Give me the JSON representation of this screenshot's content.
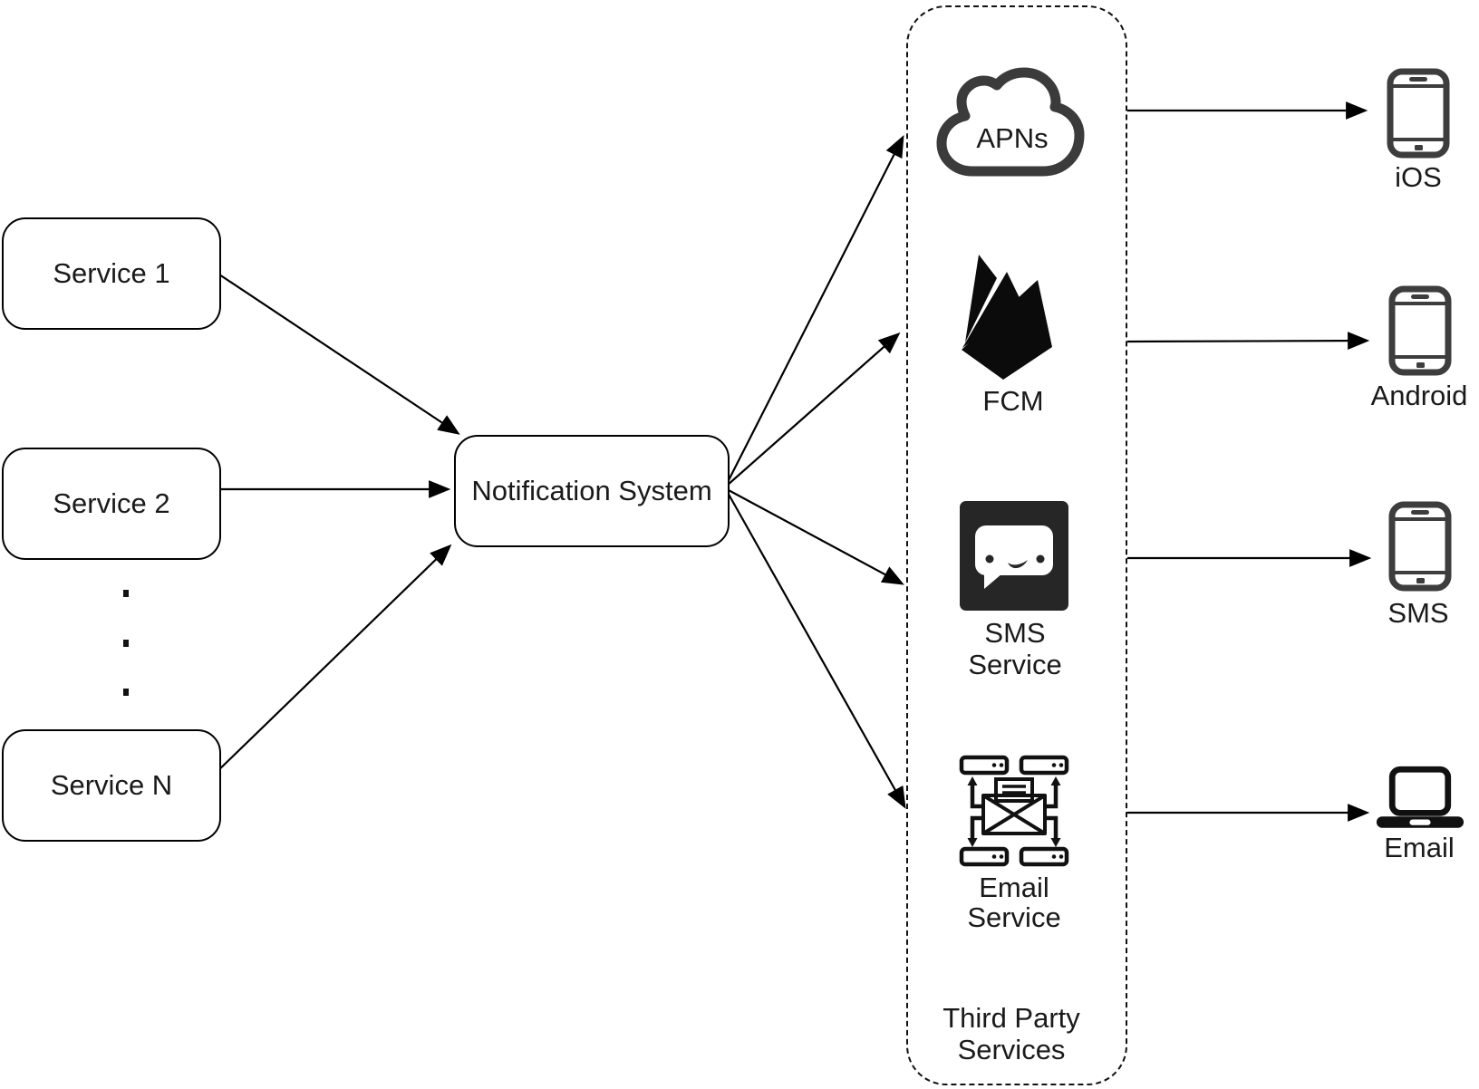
{
  "sources": {
    "items": [
      {
        "label": "Service 1"
      },
      {
        "label": "Service 2"
      },
      {
        "label": "Service N"
      }
    ],
    "ellipsis_dots": [
      ".",
      ".",
      "."
    ]
  },
  "hub": {
    "label": "Notification System"
  },
  "third_party": {
    "title_line1": "Third Party",
    "title_line2": "Services",
    "apns": {
      "label": "APNs",
      "icon": "cloud-icon"
    },
    "fcm": {
      "label": "FCM",
      "icon": "firebase-flame-icon"
    },
    "sms": {
      "label_line1": "SMS",
      "label_line2": "Service",
      "icon": "chat-bubble-icon"
    },
    "email": {
      "label_line1": "Email",
      "label_line2": "Service",
      "icon": "email-servers-icon"
    }
  },
  "targets": {
    "ios": {
      "label": "iOS",
      "icon": "smartphone-icon"
    },
    "android": {
      "label": "Android",
      "icon": "smartphone-icon"
    },
    "sms": {
      "label": "SMS",
      "icon": "smartphone-icon"
    },
    "email": {
      "label": "Email",
      "icon": "laptop-icon"
    }
  },
  "colors": {
    "line": "#000000",
    "icon_gray": "#3b3b3b",
    "icon_black": "#111111",
    "text": "#1a1a1a",
    "background": "#ffffff"
  }
}
